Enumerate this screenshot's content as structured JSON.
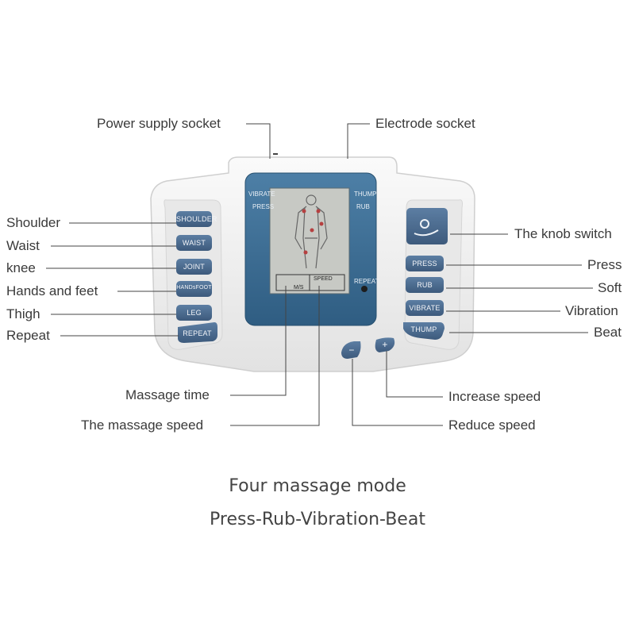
{
  "labels_left": {
    "shoulder": "Shoulder",
    "waist": "Waist",
    "knee": "knee",
    "hands_feet": "Hands and feet",
    "thigh": "Thigh",
    "repeat": "Repeat"
  },
  "labels_right": {
    "knob_switch": "The knob switch",
    "press": "Press",
    "soft": "Soft",
    "vibration": "Vibration",
    "beat": "Beat"
  },
  "labels_top": {
    "power_socket": "Power supply socket",
    "electrode_socket": "Electrode socket"
  },
  "labels_bottom": {
    "massage_time": "Massage time",
    "massage_speed": "The massage speed",
    "increase_speed": "Increase speed",
    "reduce_speed": "Reduce speed"
  },
  "device": {
    "left_buttons": [
      "SHOULDER",
      "WAIST",
      "JOINT",
      "HANDsFOOT",
      "LEG",
      "REPEAT"
    ],
    "right_buttons": [
      "PRESS",
      "RUB",
      "VIBRATE",
      "THUMP"
    ],
    "lcd_labels": {
      "vibrate": "VIBRATE",
      "press": "PRESS",
      "thump": "THUMP",
      "rub": "RUB",
      "repeat": "REPEAT",
      "speed": "SPEED",
      "time": "M/S"
    },
    "minus": "−",
    "plus": "+"
  },
  "caption": {
    "line1": "Four massage mode",
    "line2": "Press-Rub-Vibration-Beat"
  },
  "colors": {
    "button_blue": "#4a6a8e",
    "lcd_frame": "#3f6f95",
    "lcd_screen": "#c7c9c4",
    "device_body": "#f1f1f1"
  }
}
